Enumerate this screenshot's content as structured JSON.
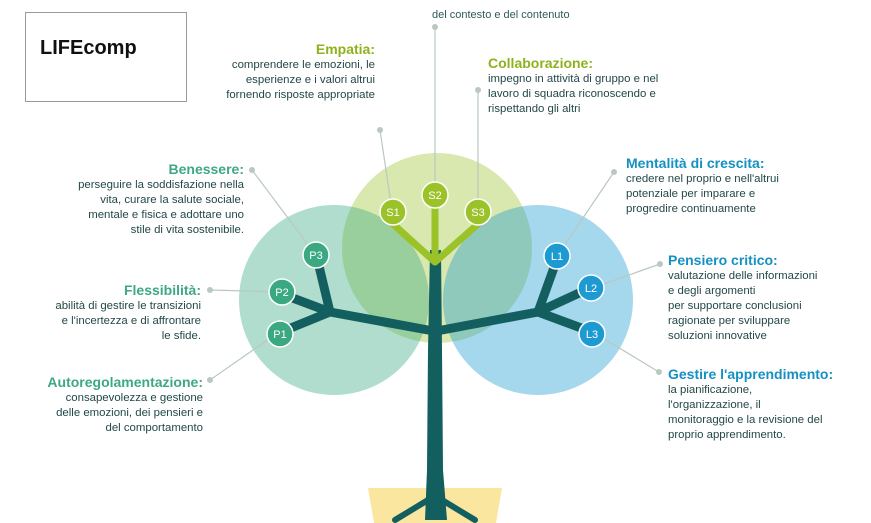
{
  "title": "LIFEcomp",
  "top_text": "del contesto e del contenuto",
  "colors": {
    "personal": "#3aa981",
    "social": "#9cc22a",
    "learning": "#1d9ad2",
    "trunk": "#135f60",
    "pot": "#fbe6a0"
  },
  "nodes": {
    "s1": "S1",
    "s2": "S2",
    "s3": "S3",
    "p1": "P1",
    "p2": "P2",
    "p3": "P3",
    "l1": "L1",
    "l2": "L2",
    "l3": "L3"
  },
  "empatia": {
    "title": "Empatia:",
    "lines": [
      "comprendere le emozioni, le",
      "esperienze e i valori altrui",
      "fornendo risposte appropriate"
    ]
  },
  "collaborazione": {
    "title": "Collaborazione:",
    "lines": [
      "impegno in attività di gruppo e nel",
      "lavoro di squadra riconoscendo e",
      "rispettando gli altri"
    ]
  },
  "benessere": {
    "title": "Benessere:",
    "lines": [
      "perseguire la soddisfazione nella",
      "vita, curare la salute sociale,",
      "mentale e fisica e adottare uno",
      "stile di vita sostenibile."
    ]
  },
  "flessibilita": {
    "title": "Flessibilità:",
    "lines": [
      "abilità di gestire le transizioni",
      "e l'incertezza e di affrontare",
      "le sfide."
    ]
  },
  "autoregolamentazione": {
    "title": "Autoregolamentazione:",
    "lines": [
      "consapevolezza e gestione",
      "delle emozioni, dei pensieri e",
      "del comportamento"
    ]
  },
  "mentalita": {
    "title": "Mentalità di crescita:",
    "lines": [
      "credere nel proprio e nell'altrui",
      "potenziale per imparare e",
      "progredire continuamente"
    ]
  },
  "pensiero": {
    "title": "Pensiero critico:",
    "lines": [
      "valutazione delle informazioni",
      "e degli argomenti",
      "per supportare conclusioni",
      "ragionate per sviluppare",
      "soluzioni innovative"
    ]
  },
  "apprendimento": {
    "title": "Gestire l'apprendimento:",
    "lines": [
      "la pianificazione,",
      "l'organizzazione, il",
      "monitoraggio e la revisione del",
      "proprio apprendimento."
    ]
  }
}
